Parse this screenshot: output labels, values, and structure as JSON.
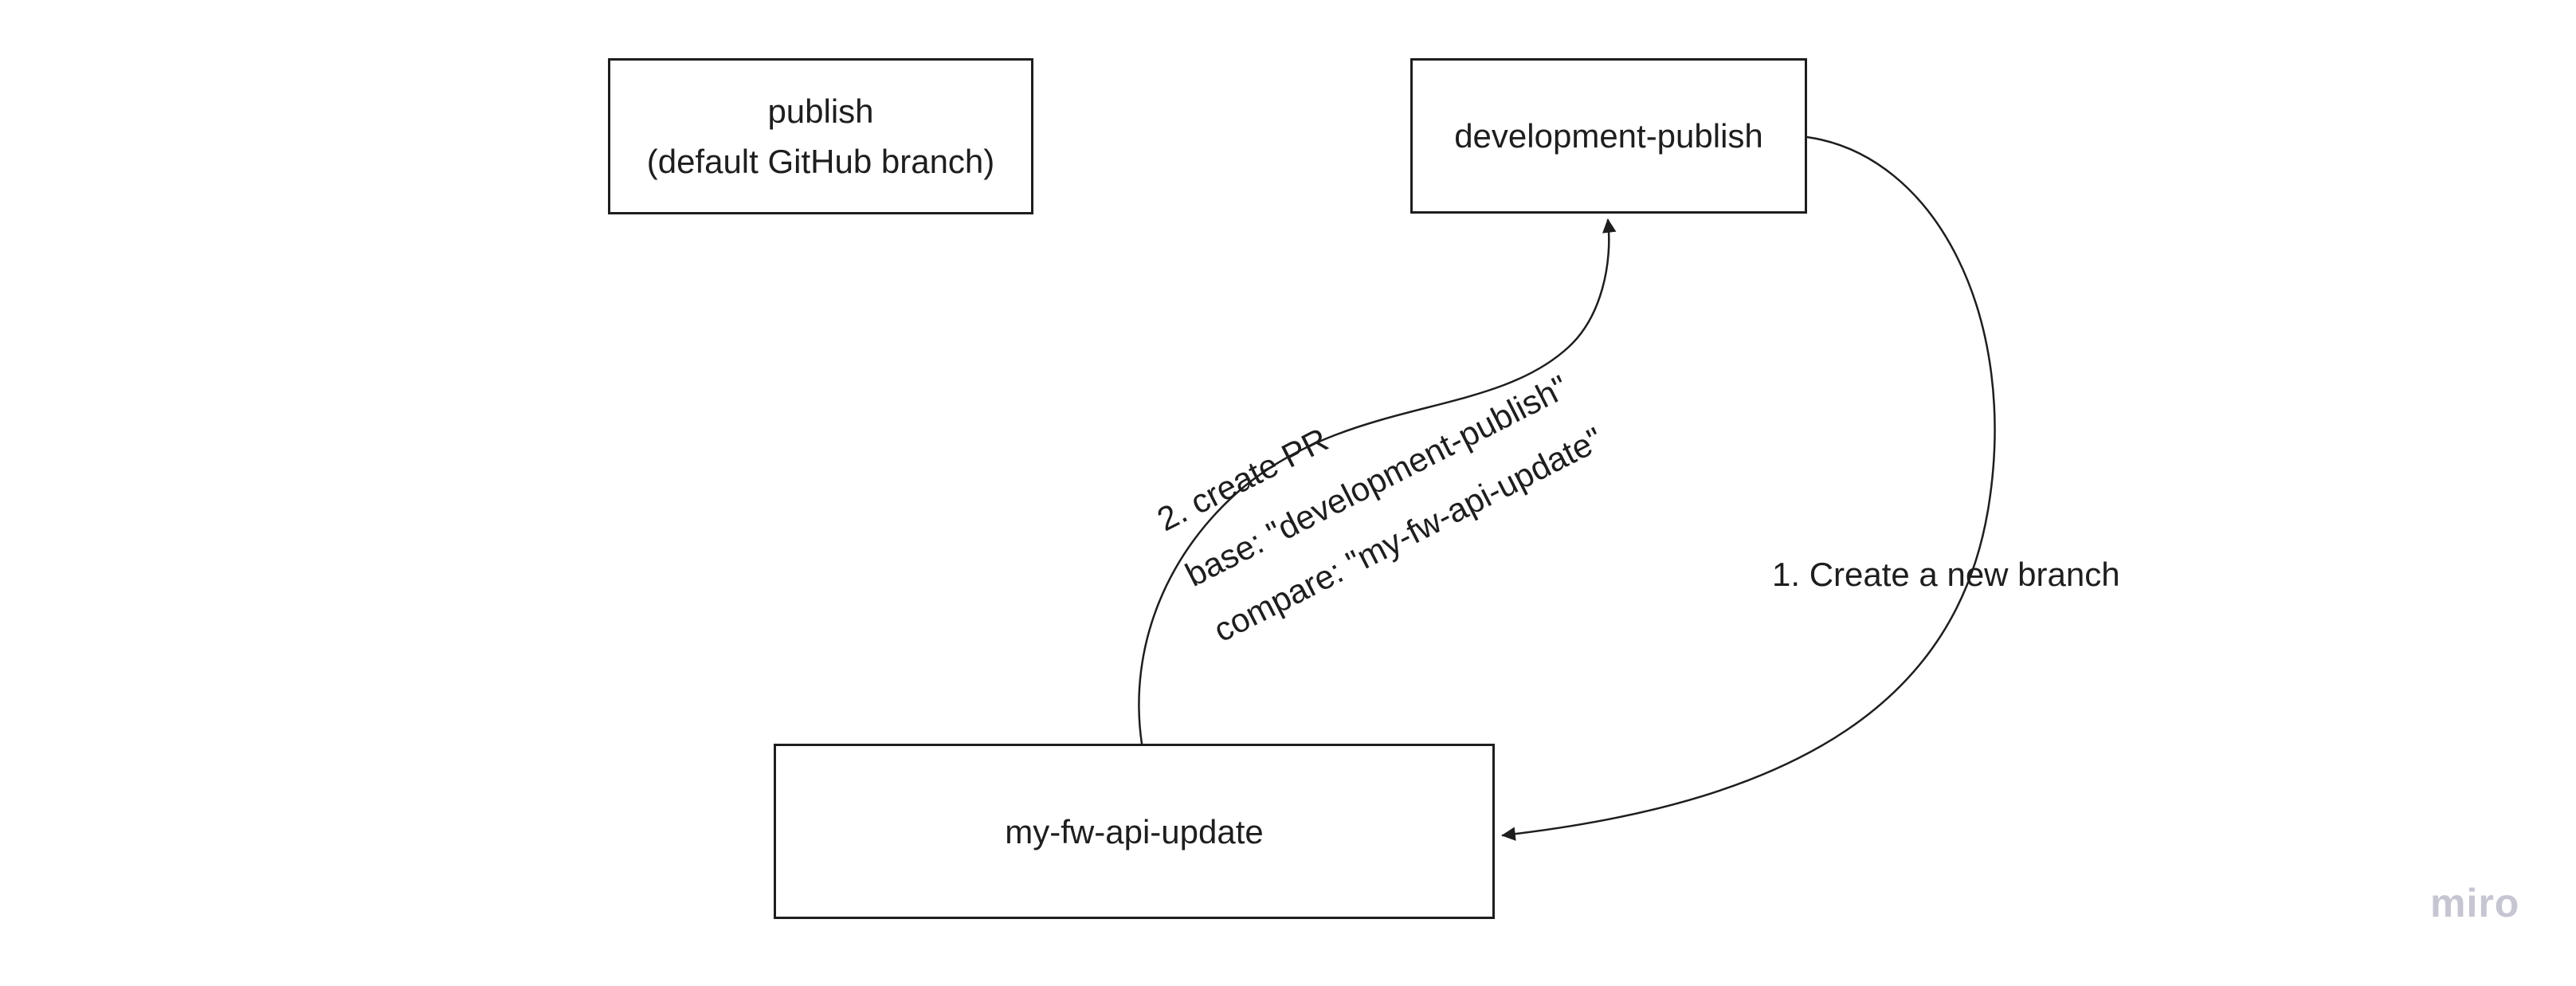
{
  "colors": {
    "background": "#ffffff",
    "stroke": "#1e1e1e",
    "text": "#1e1e1e",
    "watermark": "#c6c5d2"
  },
  "nodes": {
    "publish": {
      "lines": [
        "publish",
        "(default GitHub branch)"
      ]
    },
    "development_publish": {
      "label": "development-publish"
    },
    "my_fw_api_update": {
      "label": "my-fw-api-update"
    }
  },
  "edges": {
    "create_branch": {
      "label": "1. Create a new branch"
    },
    "create_pr": {
      "lines": [
        "2. create PR",
        "base: \"development-publish\"",
        "compare: \"my-fw-api-update\""
      ]
    }
  },
  "watermark": {
    "label": "miro"
  }
}
